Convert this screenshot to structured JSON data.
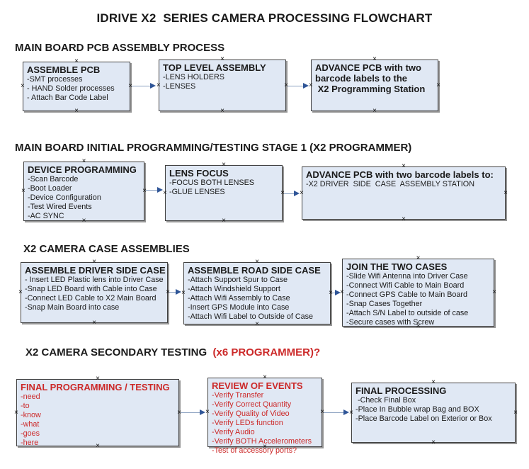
{
  "page_title": "IDRIVE X2  SERIES CAMERA PROCESSING FLOWCHART",
  "colors": {
    "box_fill": "#e0e8f4",
    "box_border": "#414141",
    "red_text": "#cc2929",
    "arrow_line": "#8aa0c0",
    "arrow_head": "#2f5597"
  },
  "icons": {
    "anchor_glyph": "×"
  },
  "sections": [
    {
      "heading": "MAIN BOARD PCB ASSEMBLY PROCESS",
      "heading_suffix": "",
      "boxes": [
        {
          "title": "ASSEMBLE PCB",
          "items": [
            "-SMT processes",
            "- HAND Solder processes",
            "- Attach Bar Code Label"
          ]
        },
        {
          "title": "TOP LEVEL ASSEMBLY",
          "items": [
            "-LENS HOLDERS",
            "-LENSES"
          ]
        },
        {
          "title": "ADVANCE PCB with two\nbarcode labels to the\n X2 Programming Station",
          "items": []
        }
      ]
    },
    {
      "heading": "MAIN BOARD INITIAL PROGRAMMING/TESTING STAGE 1 (X2 PROGRAMMER)",
      "heading_suffix": "",
      "boxes": [
        {
          "title": "DEVICE PROGRAMMING",
          "items": [
            "-Scan Barcode",
            "-Boot Loader",
            "-Device Configuration",
            "-Test Wired Events",
            "-AC SYNC"
          ]
        },
        {
          "title": "LENS FOCUS",
          "items": [
            "-FOCUS BOTH LENSES",
            "-GLUE LENSES"
          ]
        },
        {
          "title": "ADVANCE PCB with two barcode labels to:",
          "items": [
            "-X2 DRIVER  SIDE  CASE  ASSEMBLY STATION"
          ]
        }
      ]
    },
    {
      "heading": "X2 CAMERA CASE ASSEMBLIES",
      "heading_suffix": "",
      "boxes": [
        {
          "title": "ASSEMBLE DRIVER SIDE CASE",
          "items": [
            "- Insert LED Plastic lens into Driver Case",
            "-Snap LED Board with Cable into Case",
            "-Connect LED Cable to X2 Main Board",
            "-Snap Main Board into case"
          ]
        },
        {
          "title": "ASSEMBLE ROAD SIDE CASE",
          "items": [
            "-Attach Support Spur to Case",
            "-Attach Windshield Support",
            "-Attach Wifi Assembly to Case",
            "-Insert GPS Module into Case",
            "-Attach Wifi Label to Outside of Case"
          ]
        },
        {
          "title": "JOIN THE TWO CASES",
          "items": [
            "-Slide Wifi Antenna into Driver Case",
            "-Connect Wifi Cable to Main Board",
            "-Connect GPS Cable to Main Board",
            "-Snap Cases Together",
            "-Attach S/N Label to outside of case",
            "-Secure cases with Screw"
          ]
        }
      ]
    },
    {
      "heading": "X2 CAMERA SECONDARY TESTING  ",
      "heading_suffix": "(x6 PROGRAMMER)?",
      "boxes": [
        {
          "title": "FINAL PROGRAMMING / TESTING",
          "items": [
            "-need",
            "-to",
            "-know",
            "-what",
            "-goes",
            "-here"
          ]
        },
        {
          "title": "REVIEW OF EVENTS",
          "items": [
            "-Verify Transfer",
            "-Verify Correct Quantity",
            "-Verify Quality of Video",
            "-Verify LEDs function",
            "-Verify Audio",
            "-Verify BOTH Accelerometers",
            "-Test of accessory ports?"
          ]
        },
        {
          "title": "FINAL PROCESSING",
          "items": [
            " -Check Final Box",
            "-Place In Bubble wrap Bag and BOX",
            "-Place Barcode Label on Exterior or Box"
          ]
        }
      ]
    }
  ]
}
